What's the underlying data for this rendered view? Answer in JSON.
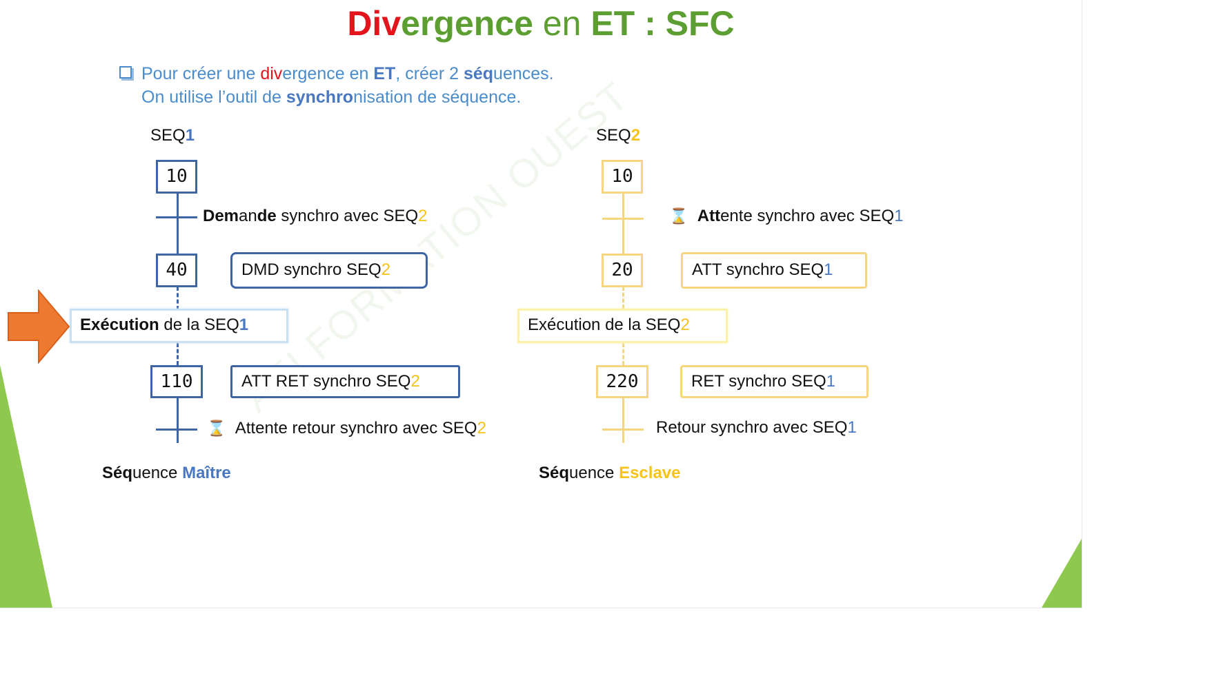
{
  "title": {
    "p1": "Div",
    "p2": "ergence",
    "p3": " en ",
    "p4": "ET : SFC"
  },
  "intro": {
    "line1": {
      "a": "Pour créer une ",
      "b": "div",
      "c": "ergence en ",
      "d": "ET",
      "e": ", créer 2 ",
      "f": "séq",
      "g": "uences."
    },
    "line2": {
      "a": "On utilise l’outil de ",
      "b": "synchro",
      "c": "nisation de séquence."
    }
  },
  "watermark": "AEI     FORMATION OUEST",
  "seq1": {
    "title": {
      "a": "SEQ",
      "b": "1"
    },
    "steps": [
      "10",
      "40",
      "110"
    ],
    "transition1": {
      "a": "Dem",
      "b": "an",
      "c": "de",
      "d": " synchro avec SEQ",
      "e": "2"
    },
    "action40": {
      "a": "DMD synchro SEQ",
      "b": "2"
    },
    "exec": {
      "a": "Exécution",
      "b": " de la SEQ",
      "c": "1"
    },
    "action110": {
      "a": "ATT RET synchro SEQ",
      "b": "2"
    },
    "transition2": {
      "a": "Attente retour synchro avec SEQ",
      "b": "2"
    },
    "footer": {
      "a": "Séq",
      "b": "uence ",
      "c": "Maître"
    }
  },
  "seq2": {
    "title": {
      "a": "SEQ",
      "b": "2"
    },
    "steps": [
      "10",
      "20",
      "220"
    ],
    "transition1": {
      "a": "Att",
      "b": "ente synchro avec SEQ",
      "c": "1"
    },
    "action20": {
      "a": "ATT synchro SEQ",
      "b": "1"
    },
    "exec": {
      "a": "Exécution de la SEQ",
      "b": "2"
    },
    "action220": {
      "a": "RET synchro SEQ",
      "b": "1"
    },
    "transition2": {
      "a": "Retour synchro avec SEQ",
      "b": "1"
    },
    "footer": {
      "a": "Séq",
      "b": "uence ",
      "c": "Esclave"
    }
  },
  "icons": {
    "hourglass": "⌛"
  },
  "colors": {
    "red": "#e3141b",
    "green": "#5c9e31",
    "blue": "#4a78c0",
    "yellow": "#f7c21a",
    "arrow": "#ee7a2f"
  }
}
